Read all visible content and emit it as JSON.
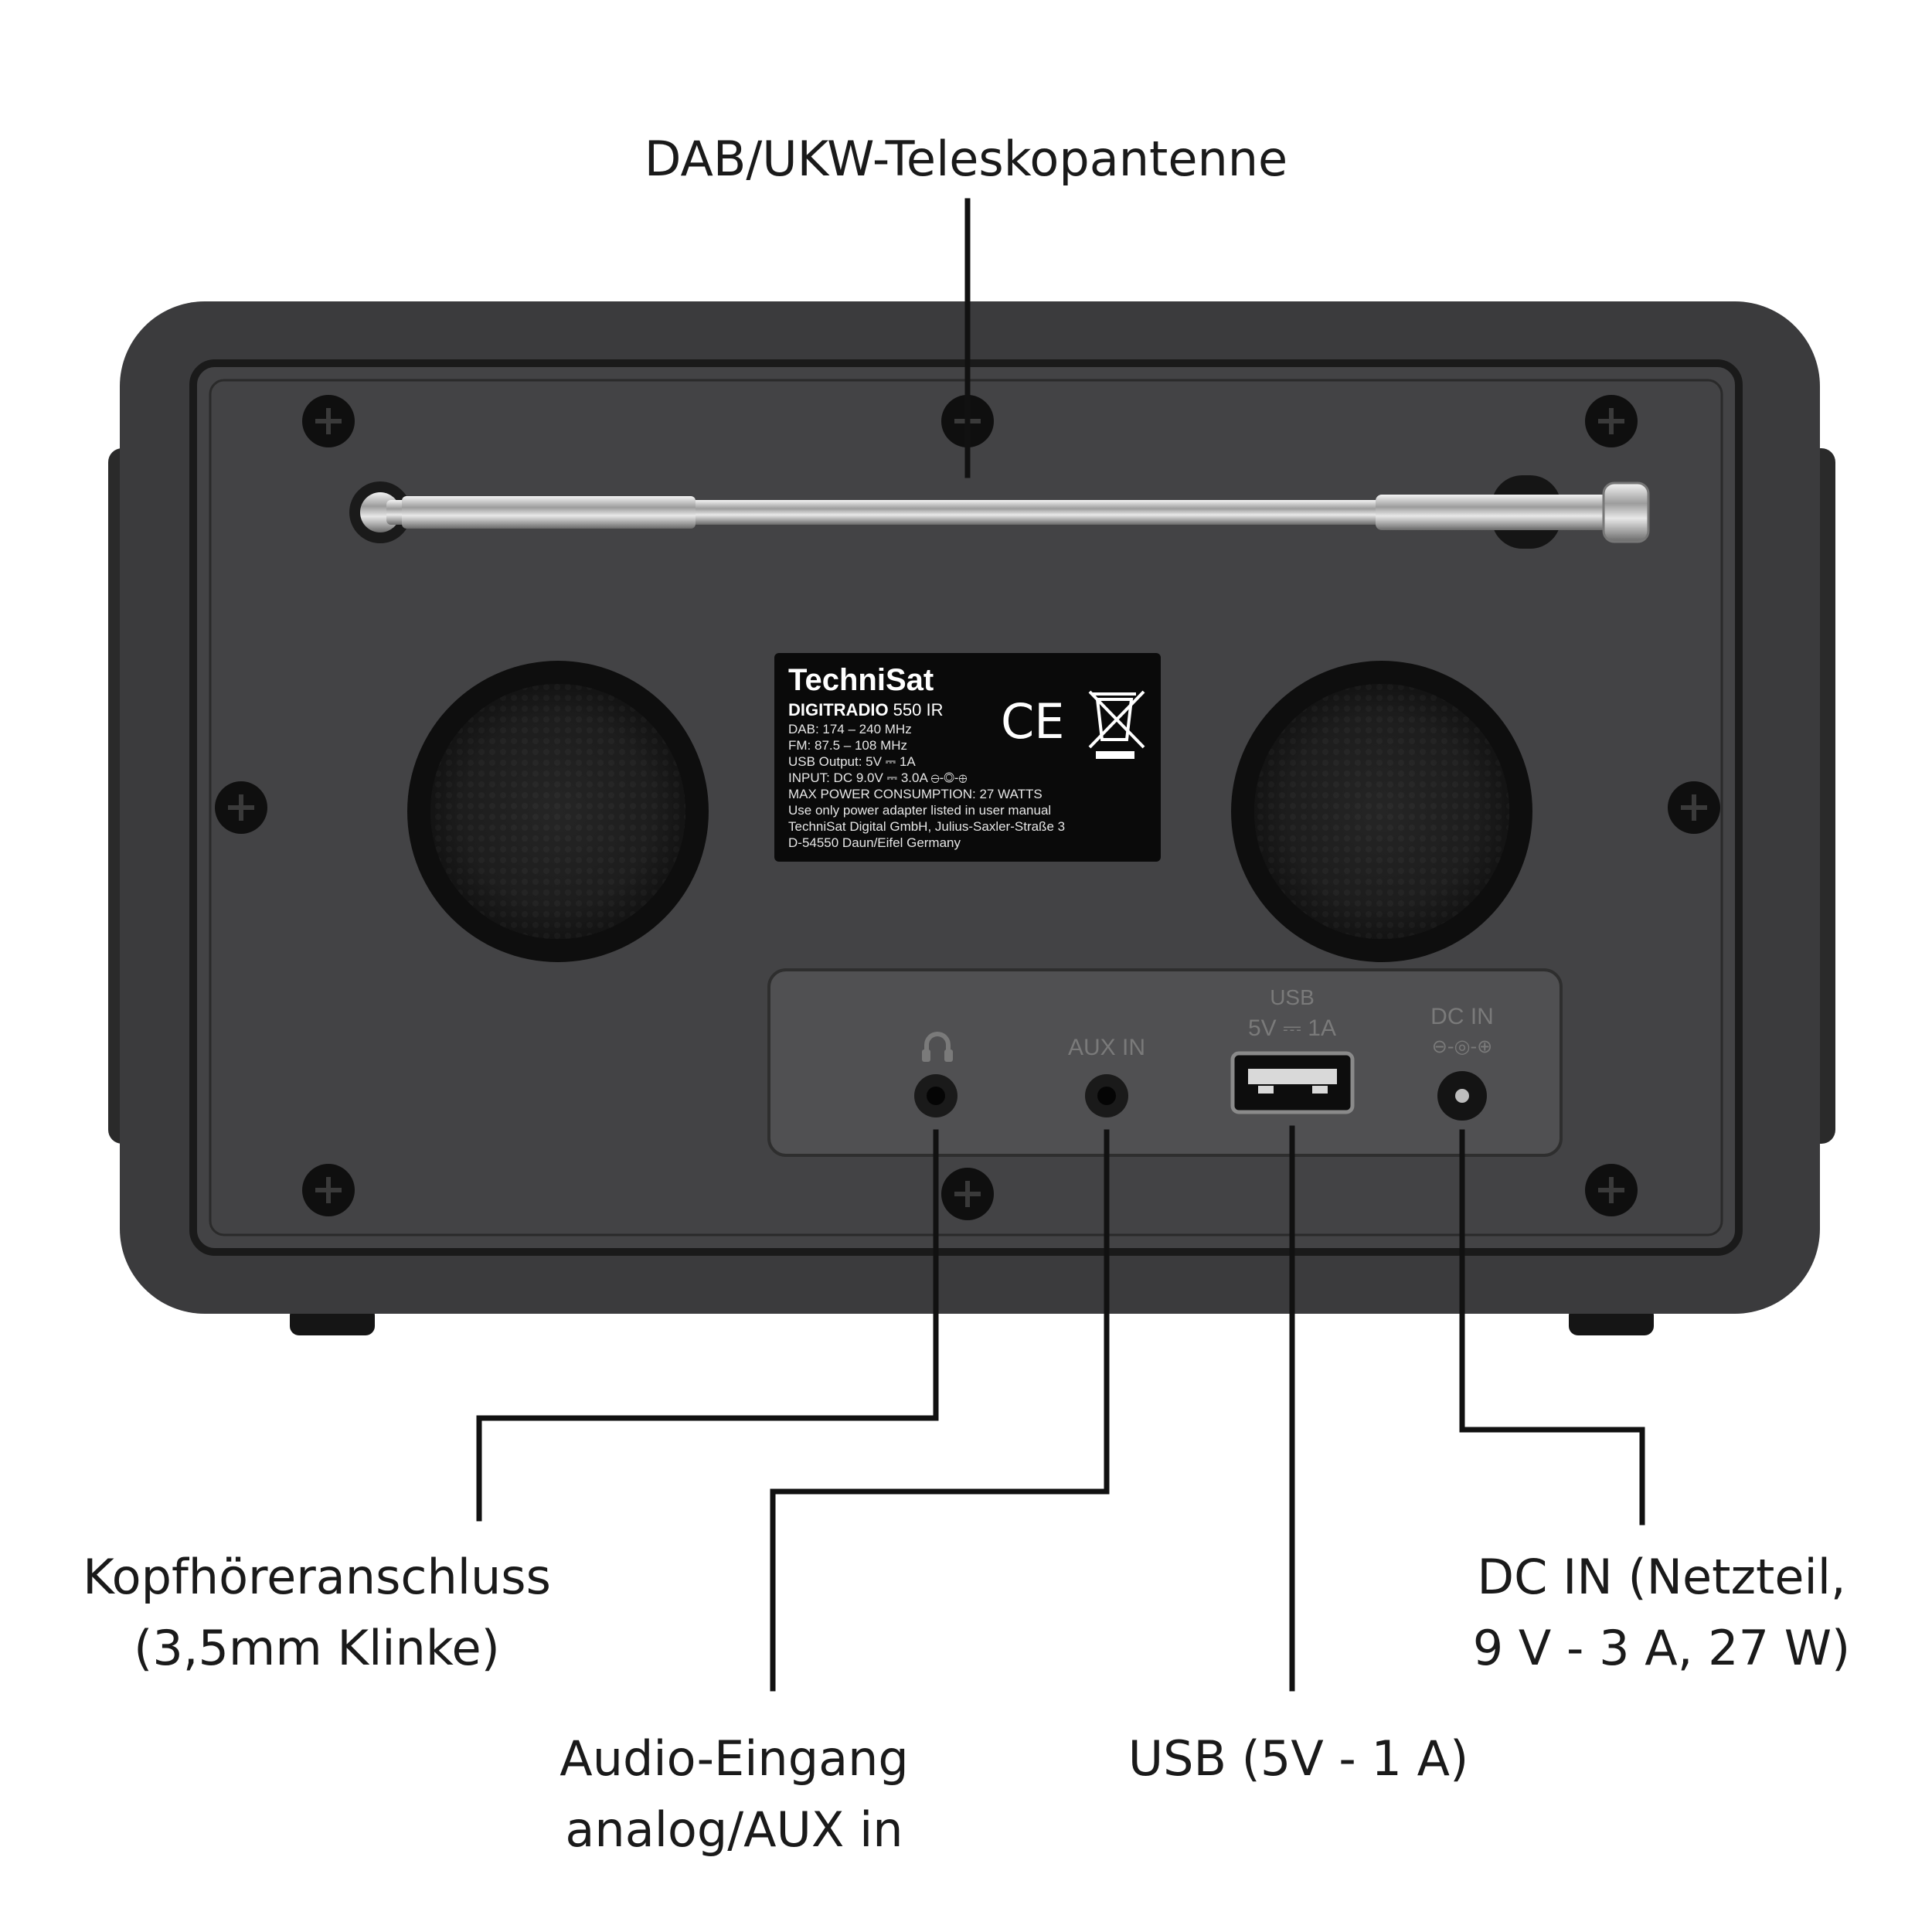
{
  "callouts": {
    "antenna": "DAB/UKW-Teleskopantenne",
    "headphone": [
      "Kopfhöreranschluss",
      "(3,5mm Klinke)"
    ],
    "aux": [
      "Audio-Eingang",
      "analog/AUX in"
    ],
    "usb": "USB (5V - 1 A)",
    "dcin": [
      "DC IN (Netzteil,",
      "9 V - 3 A, 27 W)"
    ]
  },
  "device_label": {
    "brand": "TechniSat",
    "model_bold": "DIGITRADIO",
    "model_rest": " 550 IR",
    "lines": [
      "DAB: 174 – 240 MHz",
      "FM: 87.5 – 108 MHz",
      "USB Output: 5V ⎓ 1A",
      "INPUT: DC 9.0V ⎓ 3.0A ⊖-◎-⊕",
      "MAX POWER CONSUMPTION: 27 WATTS",
      "Use only power adapter listed in user manual",
      "TechniSat Digital GmbH, Julius-Saxler-Straße 3",
      "D-54550 Daun/Eifel Germany"
    ],
    "ce_mark": "CE"
  },
  "port_panel": {
    "headphone_symbol": "headphone-icon",
    "aux_label": "AUX IN",
    "usb_label": "USB",
    "usb_spec": "5V ⎓ 1A",
    "dc_label": "DC IN",
    "dc_polarity": "⊖-◎-⊕"
  },
  "colors": {
    "body": "#3a3a3c",
    "panel": "#444446",
    "accent_line": "#111111"
  }
}
